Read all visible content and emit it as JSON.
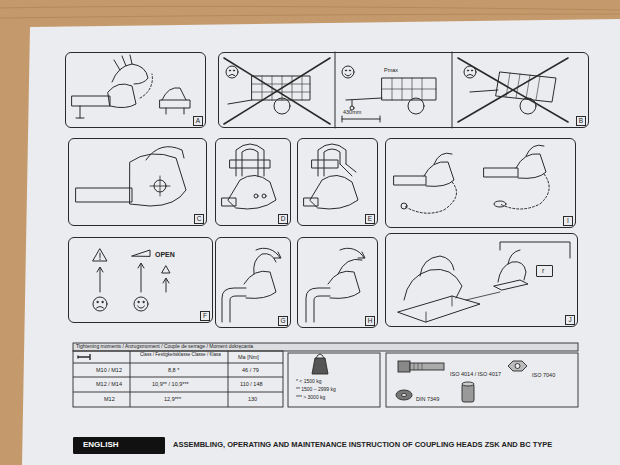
{
  "diagram": {
    "nodes": [
      {
        "text": [
          "A"
        ]
      },
      {
        "text": [
          "Pmax",
          "430mm",
          "B"
        ]
      },
      {
        "text": [
          "C"
        ]
      },
      {
        "text": [
          "D"
        ]
      },
      {
        "text": [
          "E"
        ]
      },
      {
        "text": [
          "I"
        ]
      },
      {
        "text": [
          "OPEN",
          "F"
        ]
      },
      {
        "text": [
          "G"
        ]
      },
      {
        "text": [
          "H"
        ]
      },
      {
        "text": [
          "J"
        ]
      },
      {
        "text": [
          "r"
        ],
        "in": 9
      },
      {
        "text": [
          "ENGLISH"
        ]
      }
    ],
    "labels": [
      "Tightening moments / Anzugsmoment / Couple de serrage / Moment dokręcania",
      "Class / Festigkeitsklasse Classe / Klasa",
      "Ma [Nm]",
      "M10 / M12",
      "8,8 *",
      "46 / 79",
      "M12 / M14",
      "10,9** / 10,9***",
      "110 / 148",
      "M12",
      "12,9***",
      "130",
      "* < 1500 kg",
      "** 1500 – 2999 kg",
      "*** > 3000 kg",
      "ISO 4014 / ISO 4017",
      "ISO 7040",
      "DIN 7349",
      "ASSEMBLING, OPERATING AND MAINTENANCE INSTRUCTION OF COUPLING HEADS ZSK AND BC TYPE"
    ]
  }
}
